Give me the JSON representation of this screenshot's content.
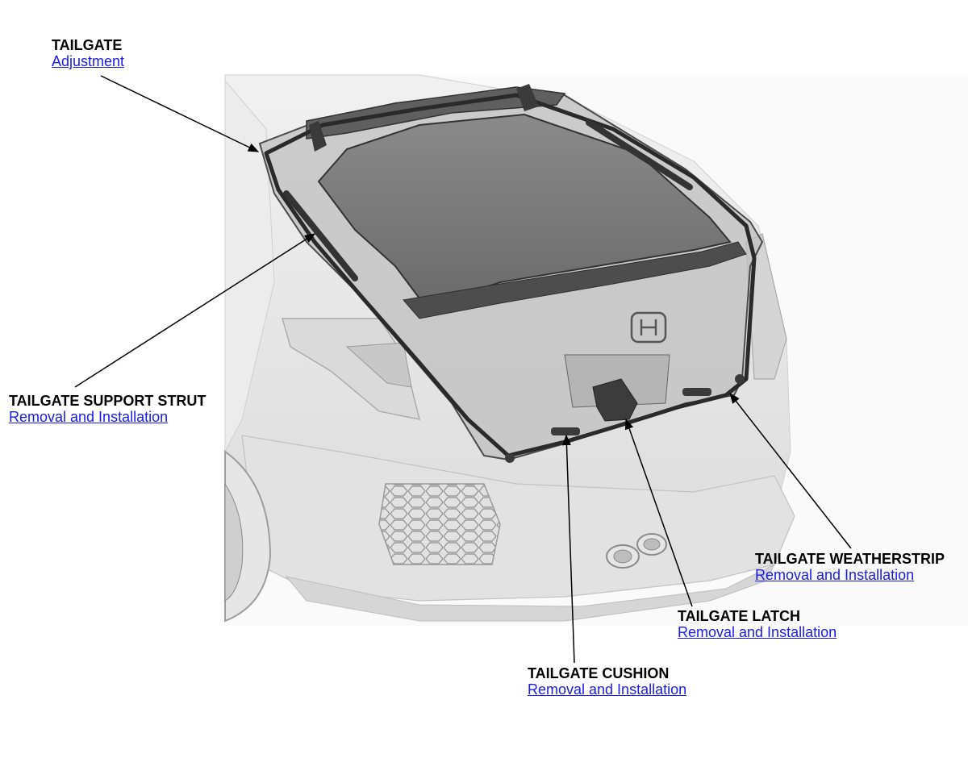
{
  "callouts": {
    "tailgate": {
      "title": "TAILGATE",
      "link": "Adjustment"
    },
    "support_strut": {
      "title": "TAILGATE SUPPORT STRUT",
      "link": "Removal and Installation"
    },
    "weatherstrip": {
      "title": "TAILGATE WEATHERSTRIP",
      "link": "Removal and Installation"
    },
    "latch": {
      "title": "TAILGATE LATCH",
      "link": "Removal and Installation"
    },
    "cushion": {
      "title": "TAILGATE CUSHION",
      "link": "Removal and Installation"
    }
  },
  "colors": {
    "link": "#1a1aee",
    "label": "#000000",
    "vehicle_body": "#e9e9e9",
    "glass": "#7d7d7d"
  }
}
